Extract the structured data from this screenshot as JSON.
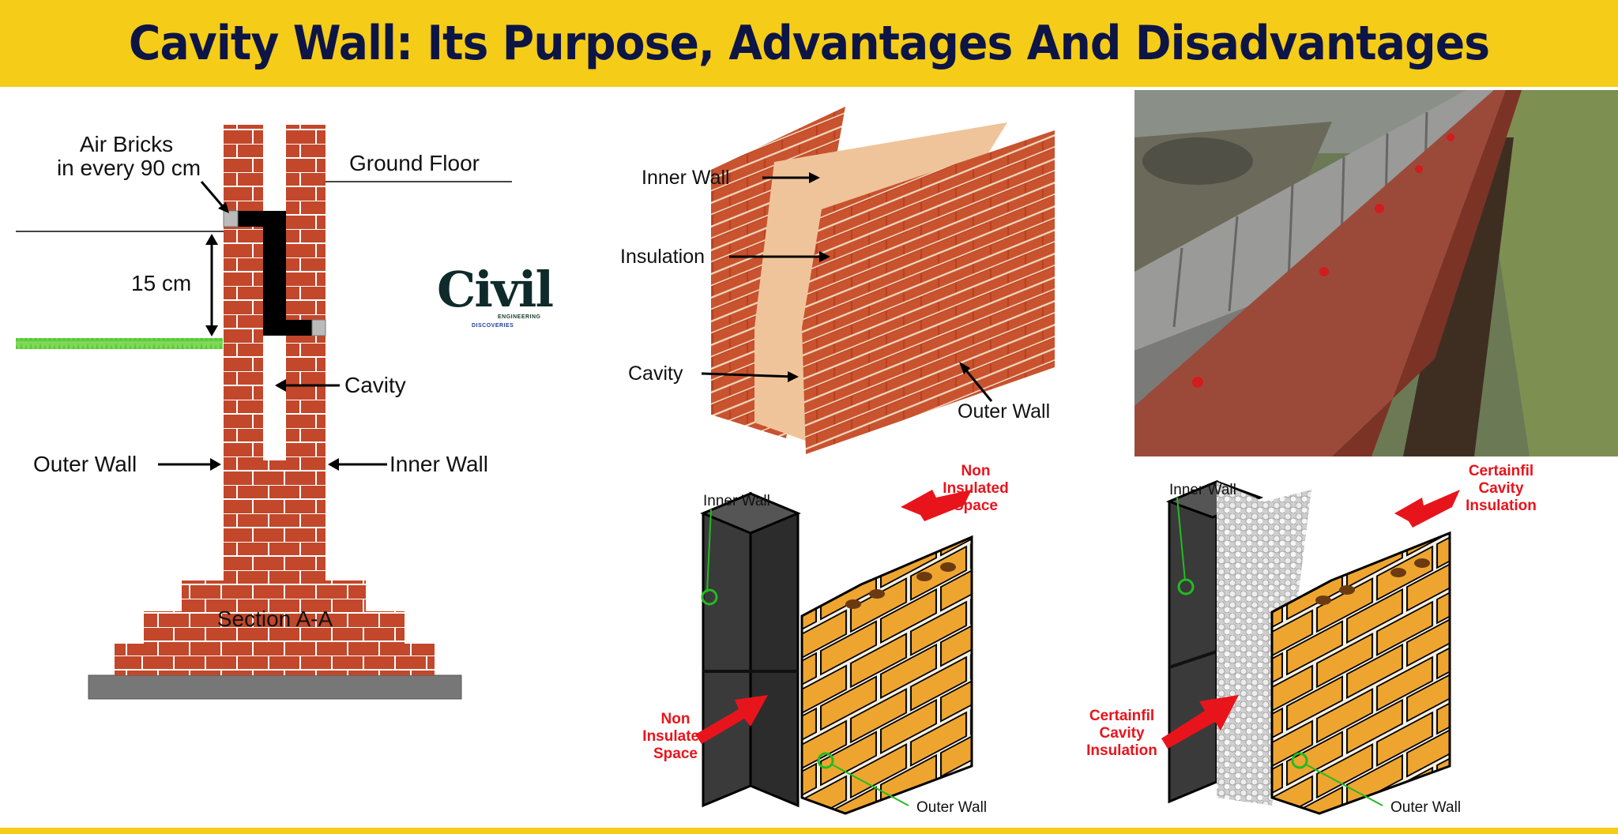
{
  "title": "Cavity Wall: Its Purpose, Advantages And Disadvantages",
  "section_diagram": {
    "air_bricks_line1": "Air Bricks",
    "air_bricks_line2": "in every 90 cm",
    "ground_floor": "Ground Floor",
    "dimension": "15 cm",
    "cavity": "Cavity",
    "outer_wall": "Outer Wall",
    "inner_wall": "Inner Wall",
    "section": "Section A-A"
  },
  "logo": {
    "main": "Civil",
    "sub1": "ENGINEERING",
    "sub2": "DISCOVERIES"
  },
  "brick_3d": {
    "inner_wall": "Inner Wall",
    "insulation": "Insulation",
    "cavity": "Cavity",
    "outer_wall": "Outer Wall"
  },
  "non_insulated": {
    "inner_wall": "Inner Wall",
    "top_line1": "Non",
    "top_line2": "Insulated",
    "top_line3": "Space",
    "left_line1": "Non",
    "left_line2": "Insulated",
    "left_line3": "Space",
    "outer_wall": "Outer Wall"
  },
  "insulated": {
    "inner_wall": "Inner Wall",
    "top_line1": "Certainfil",
    "top_line2": "Cavity",
    "top_line3": "Insulation",
    "left_line1": "Certainfil",
    "left_line2": "Cavity",
    "left_line3": "Insulation",
    "outer_wall": "Outer Wall"
  },
  "colors": {
    "banner": "#f5cc17",
    "title": "#0d1546",
    "brick": "#c2472b",
    "yellow_brick": "#eea530",
    "block": "#3a3a3a",
    "callout_red": "#e8141c",
    "leader_green": "#22bb22"
  }
}
